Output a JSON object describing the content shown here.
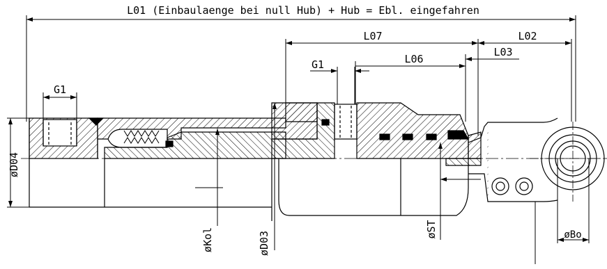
{
  "title": "L01 (Einbaulaenge bei null Hub) + Hub = Ebl. eingefahren",
  "labels": {
    "l07": "L07",
    "l06": "L06",
    "l02": "L02",
    "l03": "L03",
    "g1_top": "G1",
    "g1_left": "G1",
    "d04": "øD04",
    "kol": "øKol",
    "d03": "øD03",
    "st": "øST",
    "bo": "øBo"
  },
  "colors": {
    "line": "#000000",
    "background": "#ffffff"
  }
}
